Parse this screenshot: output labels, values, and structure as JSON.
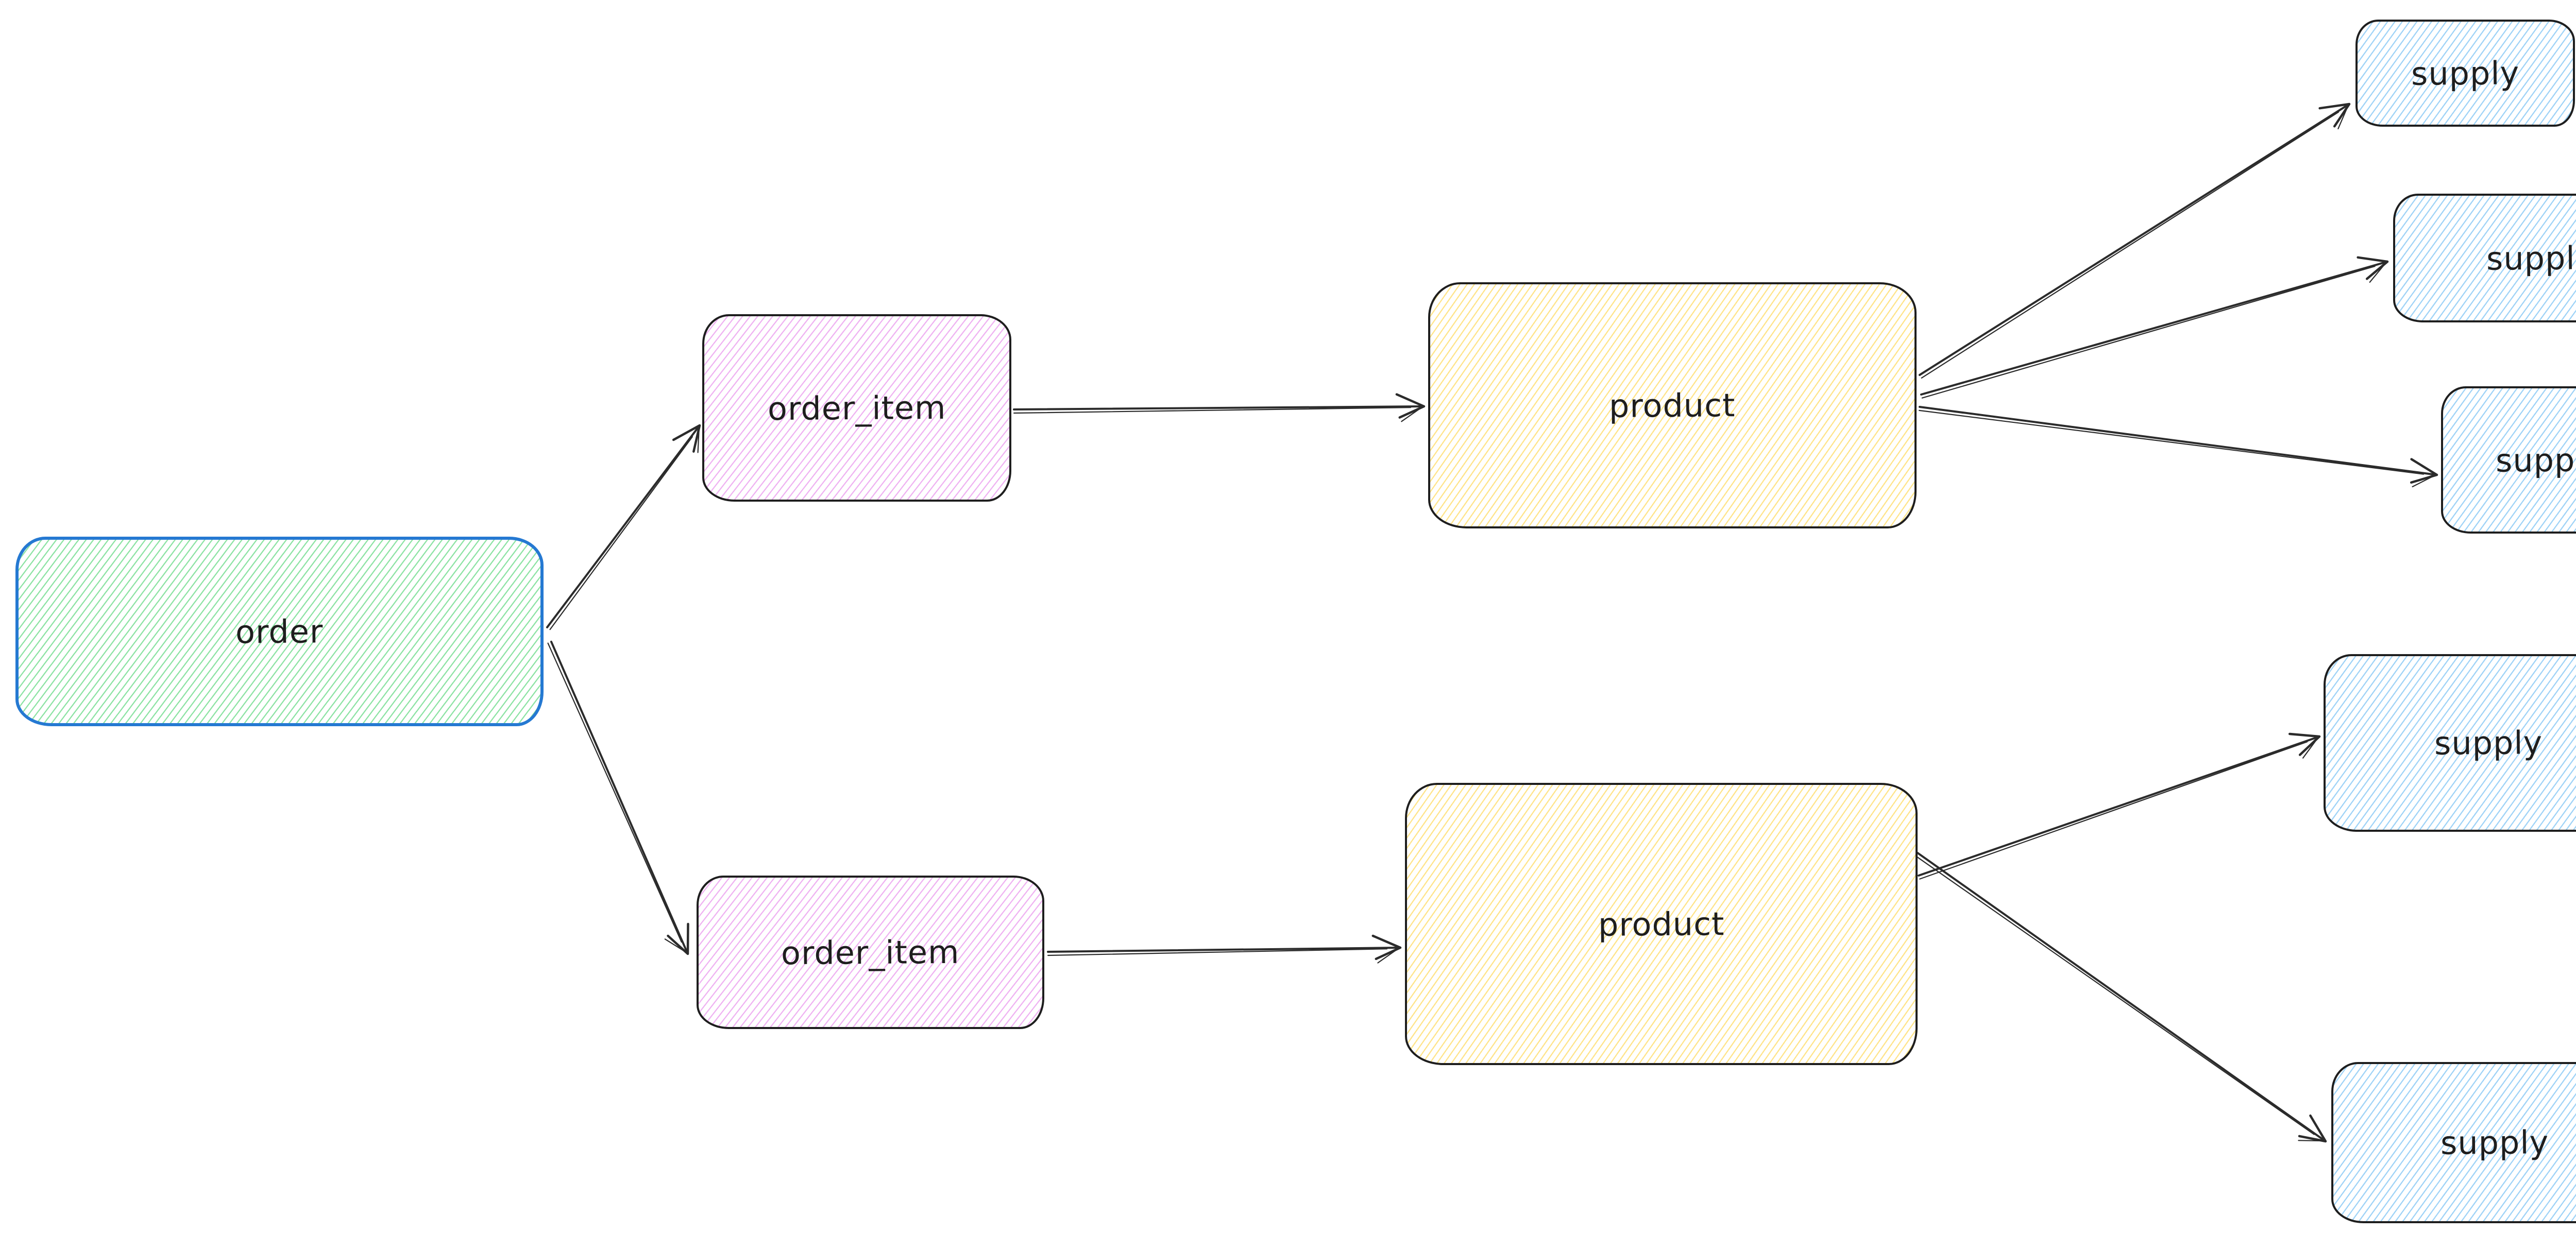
{
  "diagram": {
    "colors": {
      "background": "#ffffff",
      "arrow_stroke": "#2b2b2b",
      "default_node_stroke": "#1e1e1e",
      "order_node_stroke": "#2579d2",
      "green_fill": "#8de3a4",
      "pink_fill": "#efb3f2",
      "yellow_fill": "#ffe48a",
      "blue_fill": "#9fd3f7",
      "text": "#1e1e1e"
    },
    "nodes": [
      {
        "id": "order",
        "label": "order",
        "name": "node-order",
        "fill": "#8de3a4",
        "stroke": "#2579d2"
      },
      {
        "id": "order_item_1",
        "label": "order_item",
        "name": "node-order-item-top",
        "fill": "#efb3f2",
        "stroke": "#1e1e1e"
      },
      {
        "id": "order_item_2",
        "label": "order_item",
        "name": "node-order-item-bottom",
        "fill": "#efb3f2",
        "stroke": "#1e1e1e"
      },
      {
        "id": "product_1",
        "label": "product",
        "name": "node-product-top",
        "fill": "#ffe48a",
        "stroke": "#1e1e1e"
      },
      {
        "id": "product_2",
        "label": "product",
        "name": "node-product-bottom",
        "fill": "#ffe48a",
        "stroke": "#1e1e1e"
      },
      {
        "id": "supply_1",
        "label": "supply",
        "name": "node-supply-top-1",
        "fill": "#9fd3f7",
        "stroke": "#1e1e1e"
      },
      {
        "id": "supply_2",
        "label": "supply",
        "name": "node-supply-top-2",
        "fill": "#9fd3f7",
        "stroke": "#1e1e1e"
      },
      {
        "id": "supply_3",
        "label": "supply",
        "name": "node-supply-top-3",
        "fill": "#9fd3f7",
        "stroke": "#1e1e1e"
      },
      {
        "id": "supply_4",
        "label": "supply",
        "name": "node-supply-bottom-1",
        "fill": "#9fd3f7",
        "stroke": "#1e1e1e"
      },
      {
        "id": "supply_5",
        "label": "supply",
        "name": "node-supply-bottom-2",
        "fill": "#9fd3f7",
        "stroke": "#1e1e1e"
      }
    ],
    "edges": [
      {
        "from": "order",
        "to": "order_item_1"
      },
      {
        "from": "order",
        "to": "order_item_2"
      },
      {
        "from": "order_item_1",
        "to": "product_1"
      },
      {
        "from": "order_item_2",
        "to": "product_2"
      },
      {
        "from": "product_1",
        "to": "supply_1"
      },
      {
        "from": "product_1",
        "to": "supply_2"
      },
      {
        "from": "product_1",
        "to": "supply_3"
      },
      {
        "from": "product_2",
        "to": "supply_4"
      },
      {
        "from": "product_2",
        "to": "supply_5"
      }
    ]
  }
}
